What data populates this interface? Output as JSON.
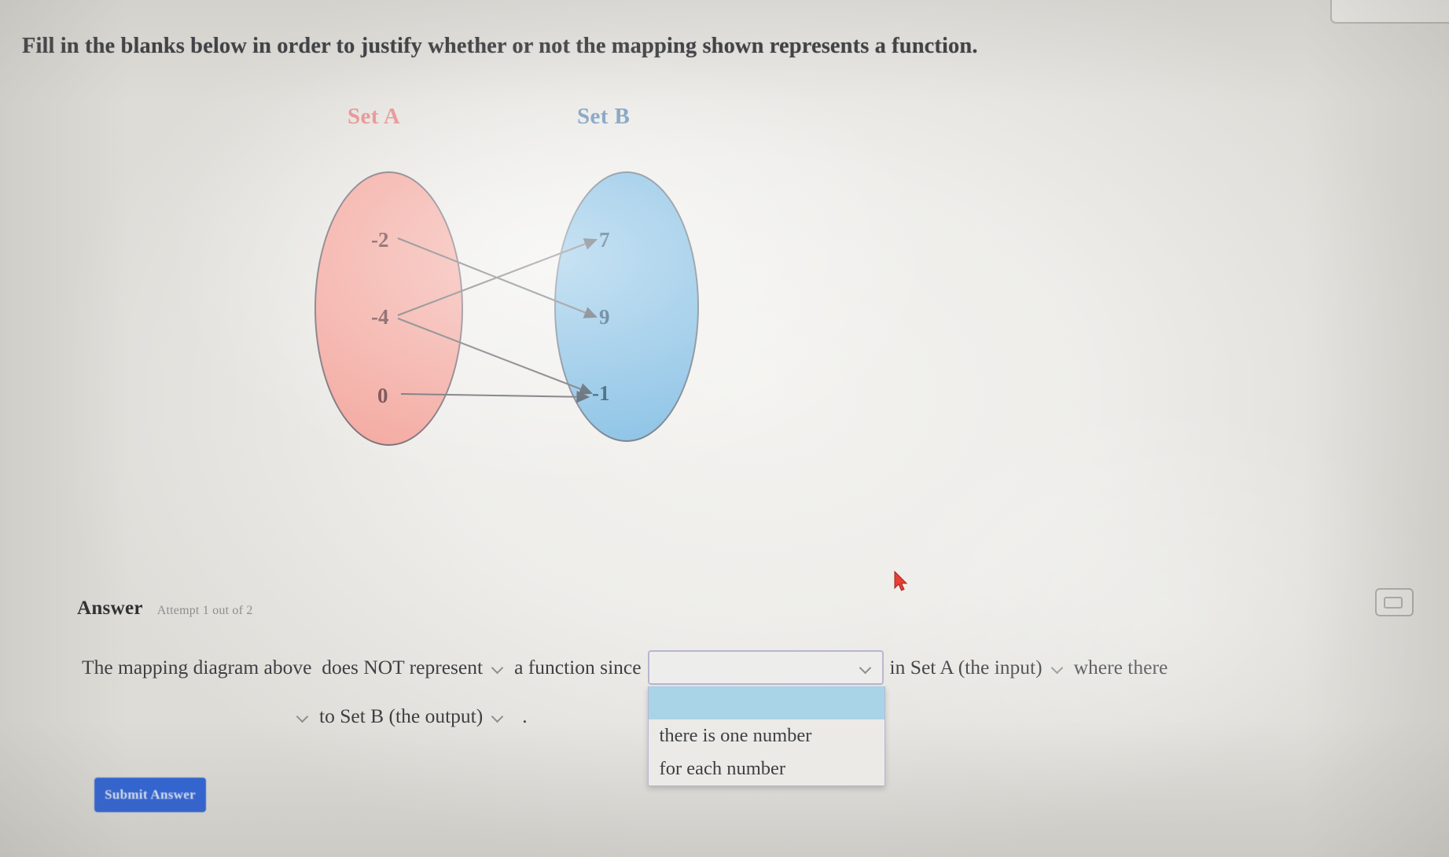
{
  "prompt": {
    "text": "Fill in the blanks below in order to justify whether or not the mapping shown represents a function."
  },
  "diagram": {
    "set_a_label": "Set A",
    "set_b_label": "Set B",
    "set_a_values": [
      "-2",
      "-4",
      "0"
    ],
    "set_b_values": [
      "7",
      "9",
      "-1"
    ],
    "set_a_color": "#f3a9a0",
    "set_b_color": "#85bfe4",
    "set_a_label_color": "#e78c8c",
    "set_b_label_color": "#6f93b8",
    "mappings": [
      {
        "from": "-2",
        "to": "9"
      },
      {
        "from": "-4",
        "to": "7"
      },
      {
        "from": "-4",
        "to": "-1"
      },
      {
        "from": "0",
        "to": "-1"
      }
    ]
  },
  "answer": {
    "title": "Answer",
    "attempt": "Attempt 1 out of 2",
    "calculator_icon": "calculator-icon",
    "sentence": {
      "part1": "The mapping diagram above",
      "choice1": "does NOT represent",
      "part2": "a function since",
      "part3": "in Set A (the input)",
      "part4": "where there",
      "part5": "to Set B (the output)",
      "period": "."
    },
    "dropdown": {
      "value": "",
      "options": [
        "",
        "there is one number",
        "for each number"
      ],
      "selected_index": 0,
      "highlight_color": "#a9d3e6"
    },
    "submit_label": "Submit Answer",
    "submit_color": "#2f63d6"
  }
}
